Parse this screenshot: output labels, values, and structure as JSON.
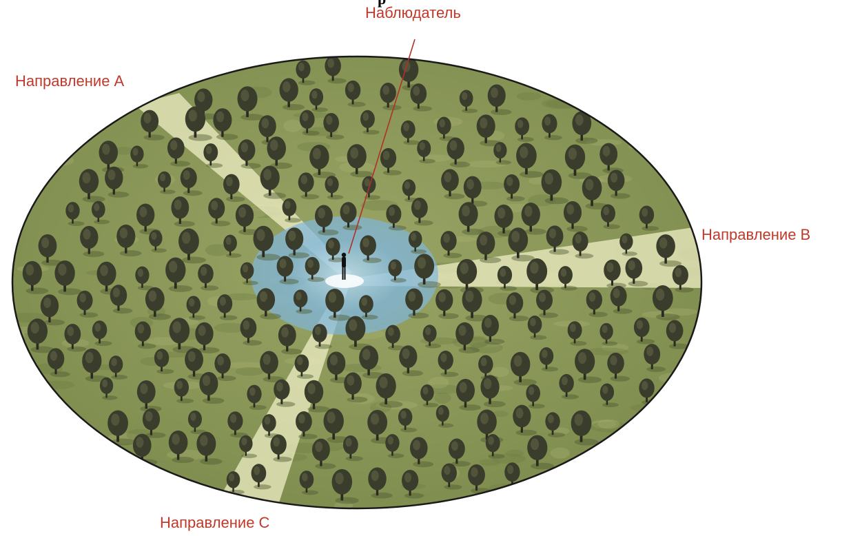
{
  "labels": {
    "observer": "Наблюдатель",
    "direction_a": "Направление А",
    "direction_b": "Направление В",
    "direction_c": "Направление С"
  },
  "colors": {
    "label_text": "#c0392b",
    "ground": "#7d8c4e",
    "ground_light": "#9aa565",
    "outline": "#1a1a1a",
    "visibility_zone": "#7fb6df",
    "sightline": "#f3f1c8",
    "tree_canopy": "#3a3c2c",
    "observer_figure": "#111111"
  }
}
